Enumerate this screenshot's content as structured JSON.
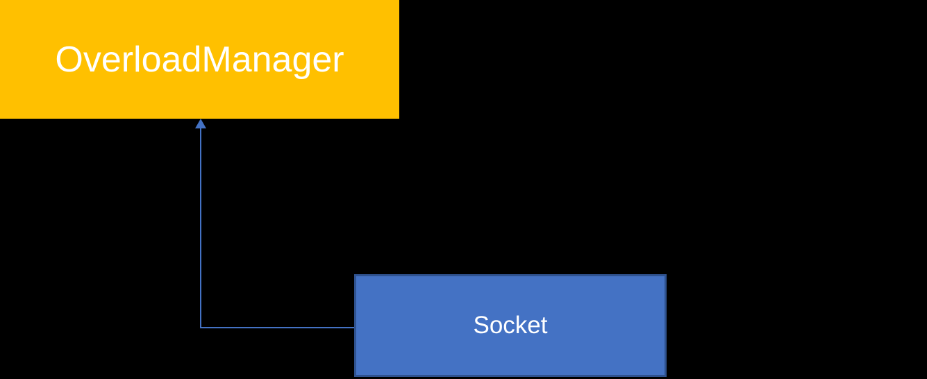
{
  "colors": {
    "background": "#000000",
    "node-yellow": "#FFC000",
    "node-blue": "#4472C4",
    "node-blue-border": "#2F528F",
    "connector": "#4472C4",
    "text": "#FFFFFF"
  },
  "diagram": {
    "nodes": {
      "overload_manager": {
        "label": "OverloadManager"
      },
      "socket": {
        "label": "Socket"
      }
    },
    "connector": {
      "type": "elbow-arrow",
      "from": "socket",
      "to": "overload_manager",
      "arrowhead": "up"
    }
  }
}
